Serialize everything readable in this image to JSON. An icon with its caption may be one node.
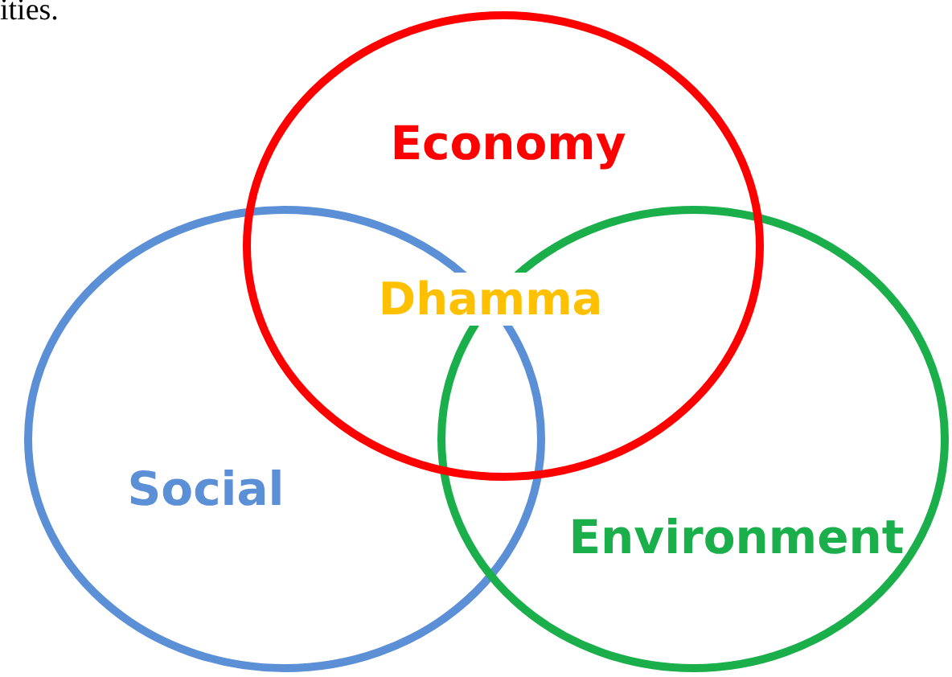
{
  "diagram": {
    "nodes": [
      {
        "text": [
          "Economy"
        ]
      },
      {
        "text": [
          "Social"
        ]
      },
      {
        "text": [
          "Environment"
        ]
      }
    ],
    "labels": [
      "ities.",
      "Dhamma"
    ]
  }
}
